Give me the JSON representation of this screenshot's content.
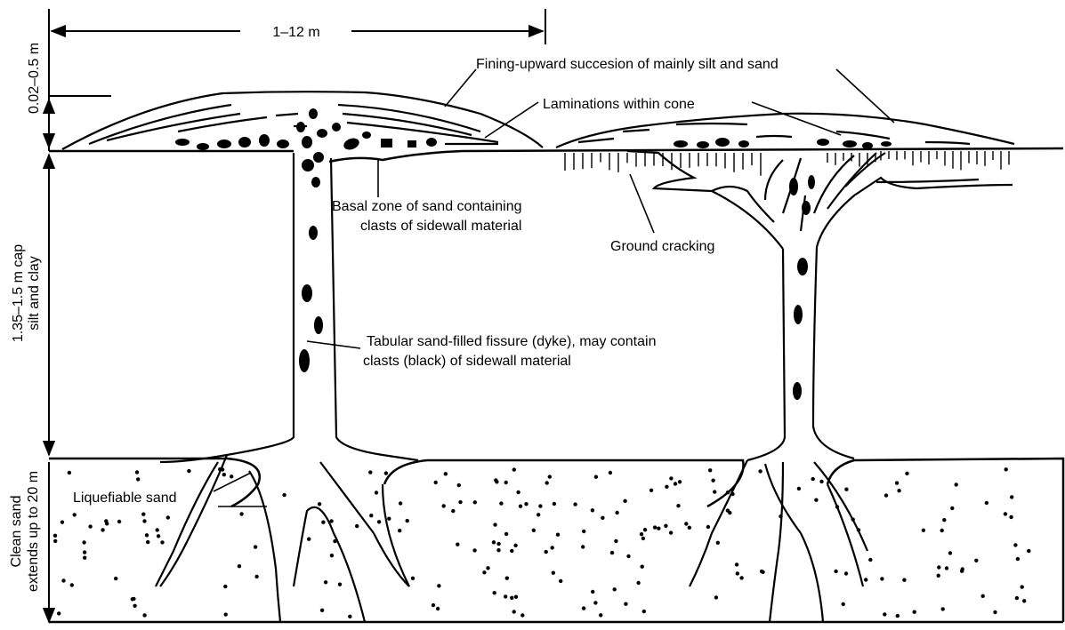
{
  "labels": {
    "width_dim": "1–12 m",
    "cone_height_dim": "0.02–0.5 m",
    "cap_dim_line1": "1.35–1.5 m cap",
    "cap_dim_line2": "silt and clay",
    "sand_dim_line1": "Clean sand",
    "sand_dim_line2": "extends up to 20 m",
    "fining_upward": "Fining-upward succesion of mainly silt and sand",
    "laminations": "Laminations within cone",
    "basal_zone_line1": "Basal zone of sand containing",
    "basal_zone_line2": "clasts of sidewall material",
    "ground_cracking": "Ground cracking",
    "dyke_line1": "Tabular sand-filled fissure (dyke), may contain",
    "dyke_line2": "clasts (black) of sidewall material",
    "liquefiable_sand": "Liquefiable sand"
  },
  "colors": {
    "ink": "#000000",
    "background": "#ffffff"
  }
}
